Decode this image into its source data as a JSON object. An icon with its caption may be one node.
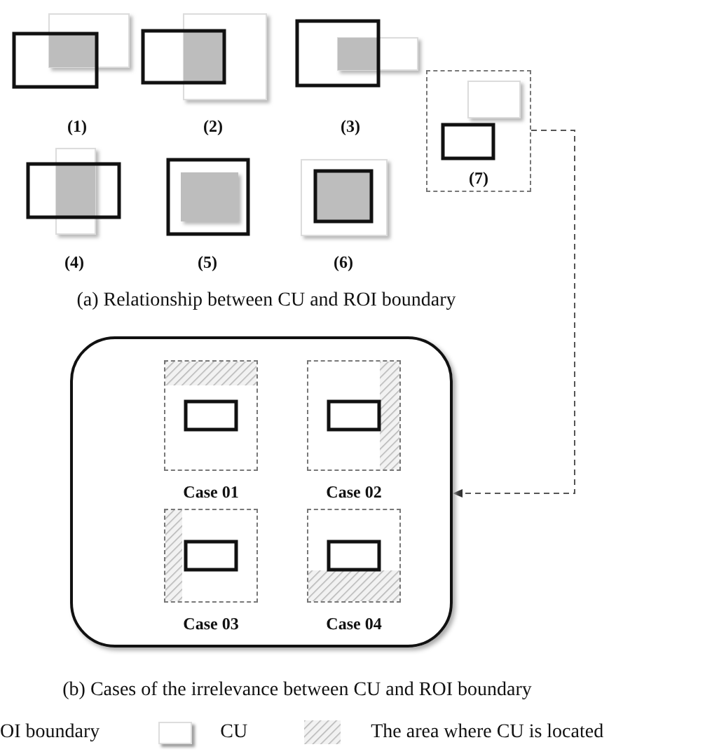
{
  "diagram": {
    "nodes": [
      {
        "text": [
          "(7)"
        ]
      },
      {
        "text": [],
        "shape": "box"
      },
      {
        "text": [
          "Case 01"
        ],
        "in": 1
      },
      {
        "text": [
          "Case 02"
        ],
        "in": 1
      },
      {
        "text": [
          "Case 03"
        ],
        "in": 1
      },
      {
        "text": [
          "Case 04"
        ],
        "in": 1
      }
    ],
    "edges": [
      {
        "from": 0,
        "to": 1,
        "arrow": "to",
        "style": "dashed"
      }
    ],
    "labels": [
      "(1)",
      "(2)",
      "(3)",
      "(4)",
      "(5)",
      "(6)",
      "(a) Relationship between CU and ROI boundary",
      "(b) Cases of the irrelevance between CU and ROI boundary"
    ],
    "legend": [
      {
        "text": "OI boundary"
      },
      {
        "text": "CU"
      },
      {
        "text": "The area where CU is located"
      }
    ]
  }
}
